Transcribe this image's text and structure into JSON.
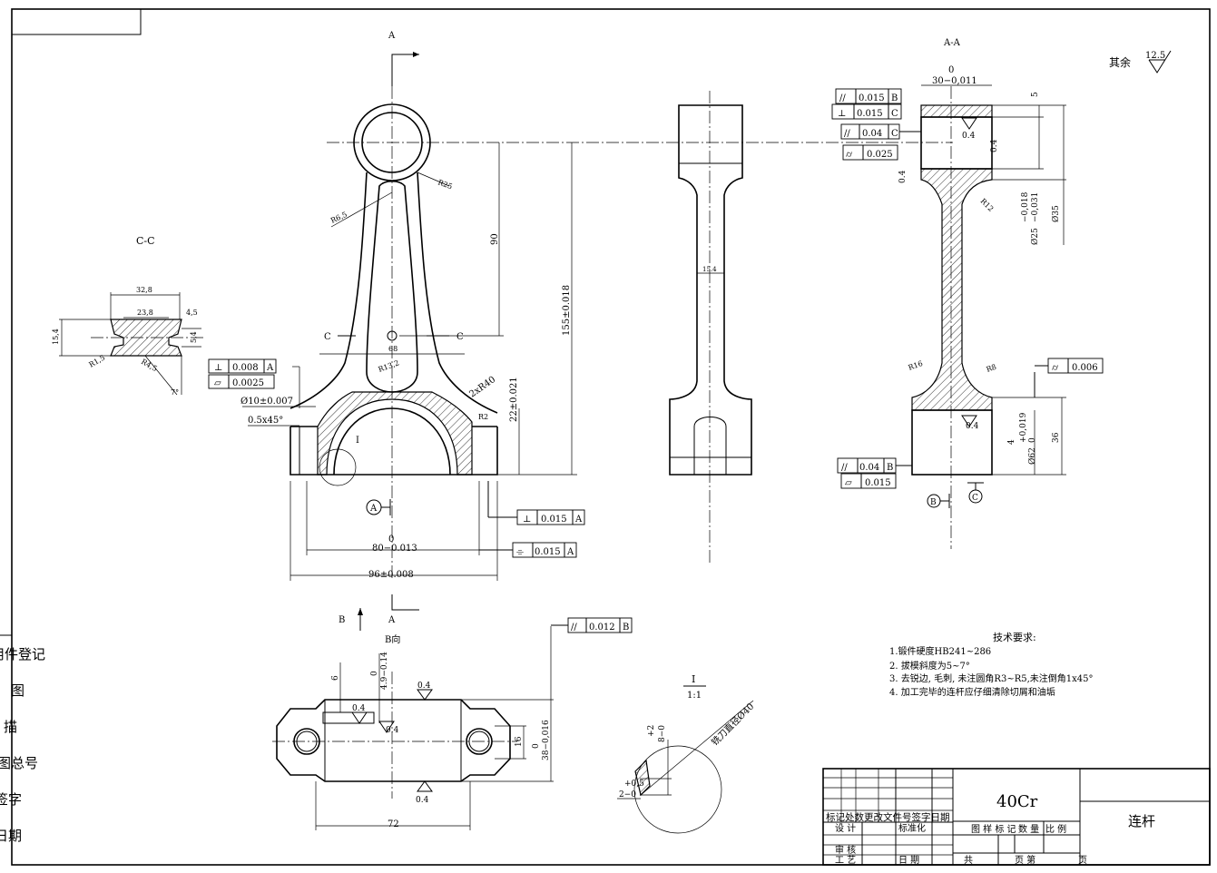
{
  "sections": {
    "a_label": "A",
    "a_label_bottom": "A",
    "b_label": "B",
    "aa_title": "A-A",
    "cc_title": "C-C",
    "c_left": "C",
    "c_right": "C",
    "b_view": "B向",
    "detail_label": "I",
    "detail_scale": "1:1"
  },
  "roughness": {
    "other_label": "其余",
    "other_value": "12.5",
    "r04": "0.4"
  },
  "cc_dims": {
    "width": "32,8",
    "inner": "23,8",
    "rib": "4,5",
    "height": "15,4",
    "web": "5,4",
    "r1": "R1,5",
    "r2": "R4,5",
    "angle": "7°"
  },
  "front_dims": {
    "d90": "90",
    "d155": "155±0.018",
    "d22": "22±0.021",
    "d68": "68",
    "r25": "R25",
    "r65": "R6,5",
    "r132": "R13,2",
    "r40": "2xR40",
    "r2": "R2",
    "d80_0": "0",
    "d80": "80−0.013",
    "d96": "96±0.008",
    "d10": "Ø10±0.007",
    "chamfer": "0.5x45°",
    "detail_ref": "I",
    "datum_a": "A"
  },
  "fcf_front": [
    {
      "sym": "⊥",
      "val": "0.008",
      "ref": "A"
    },
    {
      "sym": "▱",
      "val": "0.0025",
      "ref": ""
    },
    {
      "sym": "⊥",
      "val": "0.015",
      "ref": "A"
    },
    {
      "sym": "⌯",
      "val": "0.015",
      "ref": "A"
    }
  ],
  "side_dims": {
    "web": "15.4"
  },
  "aa_dims": {
    "top_0": "0",
    "top_w": "30−0,011",
    "d5": "5",
    "d_small_tol1": "−0,018",
    "d_small_tol2": "−0,031",
    "d25": "Ø25",
    "d35": "Ø35",
    "r12": "R12",
    "r16": "R16",
    "r8": "R8",
    "d62_0": "0",
    "d62_tol": "+0,019",
    "d62": "Ø62",
    "d4": "4",
    "d36": "36",
    "datum_b": "B",
    "datum_c": "C"
  },
  "fcf_aa": [
    {
      "sym": "//",
      "val": "0.015",
      "ref": "B"
    },
    {
      "sym": "⊥",
      "val": "0.015",
      "ref": "C"
    },
    {
      "sym": "//",
      "val": "0.04",
      "ref": "C"
    },
    {
      "sym": "⌭",
      "val": "0.025",
      "ref": ""
    },
    {
      "sym": "⌭",
      "val": "0.006",
      "ref": ""
    },
    {
      "sym": "//",
      "val": "0.04",
      "ref": "B"
    },
    {
      "sym": "▱",
      "val": "0.015",
      "ref": ""
    }
  ],
  "bview_dims": {
    "d6": "6",
    "d0": "0",
    "d49": "4.9−0.14",
    "d16": "16",
    "d38_0": "0",
    "d38": "38−0,016",
    "d72": "72"
  },
  "fcf_b": {
    "sym": "//",
    "val": "0.012",
    "ref": "B"
  },
  "detail_dims": {
    "t1": "+2",
    "t2": "8−0",
    "t3": "+0,5",
    "t4": "2−0",
    "tool": "铣刀直径Ø40"
  },
  "requirements": {
    "title": "技术要求:",
    "items": [
      "1.锻件硬度HB241~286",
      "2. 拔模斜度为5~7°",
      "3. 去锐边, 毛刺, 未注圆角R3~R5,未注倒角1x45°",
      "4. 加工完毕的连杆应仔细清除切屑和油垢"
    ]
  },
  "left_margin": [
    "用件登记",
    "图",
    "描",
    "底图总号",
    "签字",
    "日期"
  ],
  "title_block": {
    "material": "40Cr",
    "part_name": "连杆",
    "header_row": "标记处数更改文件号签字日期",
    "design": "设 计",
    "standard": "标准化",
    "check": "审 核",
    "process": "工 艺",
    "date": "日 期",
    "col_labels": "图 样 标 记",
    "weight": "数 量",
    "scale": "比 例",
    "total": "共",
    "page": "页 第",
    "page_end": "页"
  }
}
